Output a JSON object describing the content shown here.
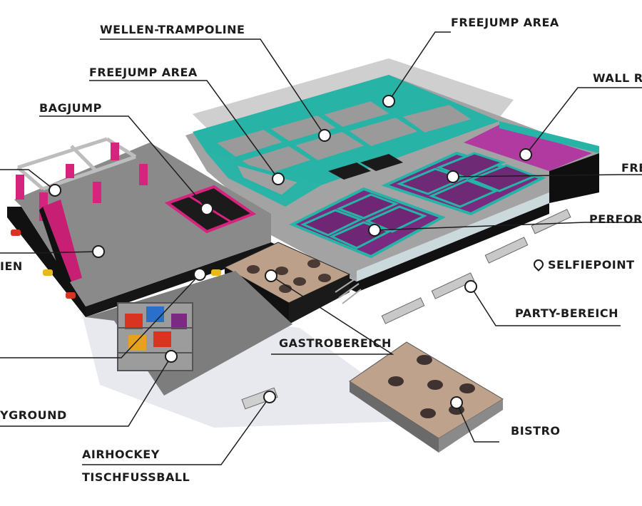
{
  "labels": {
    "wellen_trampoline": "WELLEN-TRAMPOLINE",
    "freejump_area_top": "FREEJUMP AREA",
    "freejump_area_left": "FREEJUMP AREA",
    "bagjump": "BAGJUMP",
    "wall_run": "WALL RU",
    "fre": "FRE",
    "perfor": "PERFOR",
    "selfiepoint": "SELFIEPOINT",
    "party_bereich": "PARTY-BEREICH",
    "gastrobereich": "GASTROBEREICH",
    "bistro": "BISTRO",
    "playground": "YGROUND",
    "airhockey": "AIRHOCKEY",
    "tischfussball": "TISCHFUSSBALL",
    "ien": "IEN"
  },
  "icons": {
    "selfiepoint": "location-pin-icon"
  },
  "colors": {
    "teal": "#27b3a6",
    "purple": "#7a2a80",
    "magenta": "#d6237d",
    "floor": "#8a8a8a",
    "base": "#111111",
    "text": "#1c1c1c"
  }
}
